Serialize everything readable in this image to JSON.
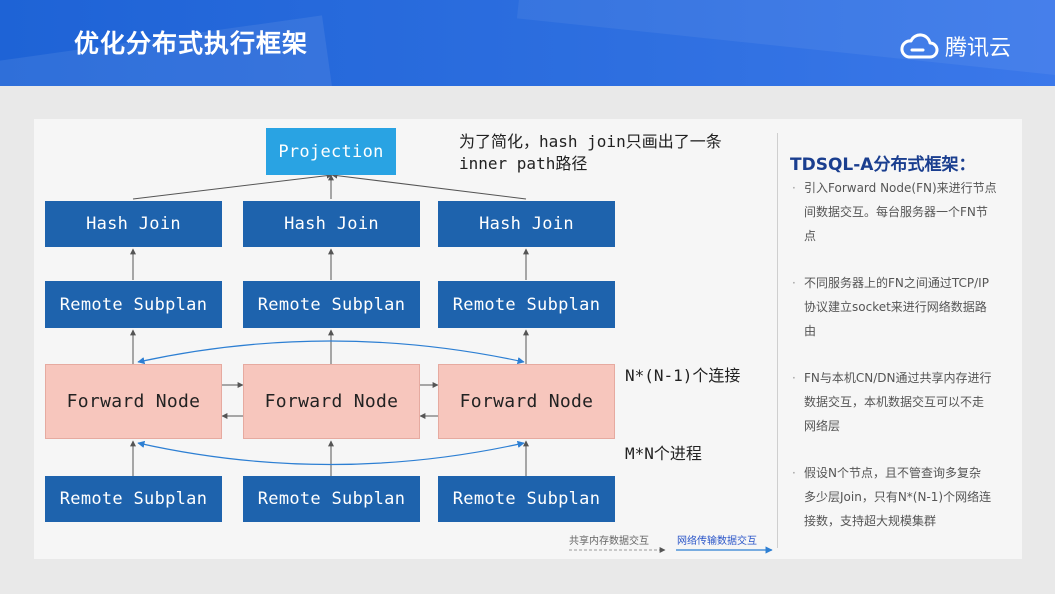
{
  "header": {
    "title": "优化分布式执行框架",
    "logo_text": "腾讯云"
  },
  "diagram": {
    "projection": "Projection",
    "note": [
      "为了简化，hash join只画出了一条",
      "inner path路径"
    ],
    "hash_join": [
      "Hash Join",
      "Hash Join",
      "Hash Join"
    ],
    "remote_top": [
      "Remote Subplan",
      "Remote Subplan",
      "Remote Subplan"
    ],
    "forward": [
      "Forward Node",
      "Forward Node",
      "Forward Node"
    ],
    "remote_bottom": [
      "Remote Subplan",
      "Remote Subplan",
      "Remote Subplan"
    ],
    "label_connections": "N*(N-1)个连接",
    "label_processes": "M*N个进程",
    "legend": {
      "shared": "共享内存数据交互",
      "network": "网络传输数据交互"
    }
  },
  "sidebar": {
    "title": "TDSQL-A分布式框架：",
    "bullets": [
      [
        "引入Forward Node(FN)来进行节点",
        "间数据交互。每台服务器一个FN节",
        "点"
      ],
      [
        "不同服务器上的FN之间通过TCP/IP",
        "协议建立socket来进行网络数据路",
        "由"
      ],
      [
        "FN与本机CN/DN通过共享内存进行",
        "数据交互，本机数据交互可以不走",
        "网络层"
      ],
      [
        "假设N个节点，且不管查询多复杂",
        "多少层Join，只有N*(N-1)个网络连",
        "接数，支持超大规模集群"
      ]
    ]
  },
  "colors": {
    "header": "#1e63d6",
    "node_blue": "#1e63ad",
    "projection": "#29a3e3",
    "forward_node": "#f7c6bd",
    "network_arrow": "#2d7fd3"
  }
}
